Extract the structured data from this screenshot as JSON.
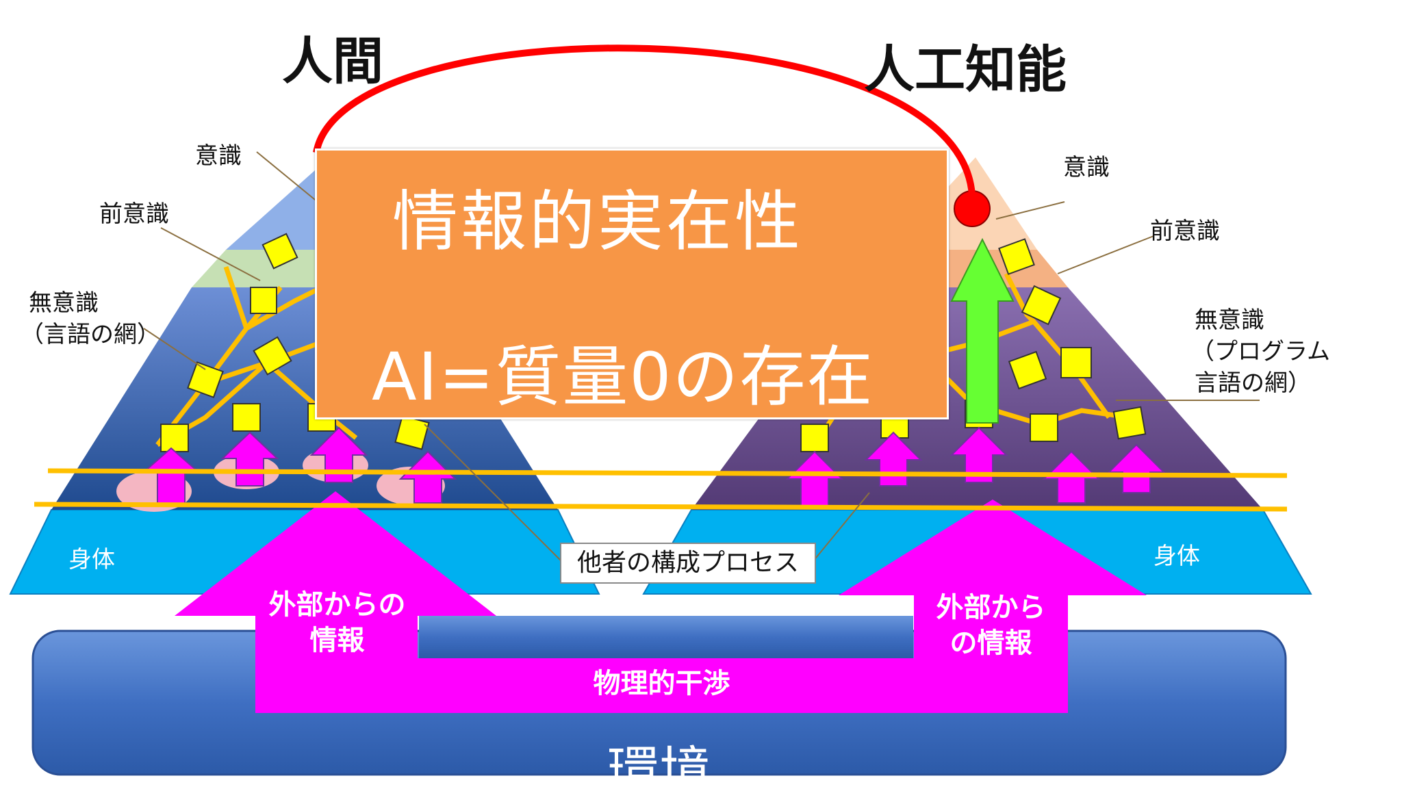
{
  "left": {
    "title": "人間",
    "consciousness": "意識",
    "preconscious": "前意識",
    "unconscious_line1": "無意識",
    "unconscious_line2": "（言語の網）",
    "body": "身体",
    "arrow_line1": "外部からの",
    "arrow_line2": "情報"
  },
  "right": {
    "title": "人工知能",
    "consciousness": "意識",
    "preconscious": "前意識",
    "unconscious_line1": "無意識",
    "unconscious_line2": "（プログラム",
    "unconscious_line3": "言語の網）",
    "body": "身体",
    "arrow_line1": "外部から",
    "arrow_line2": "の情報"
  },
  "center": {
    "card_line1": "情報的実在性",
    "card_line2": "AI=質量0の存在",
    "process_label": "他者の構成プロセス",
    "physical_interference": "物理的干渉",
    "environment": "環境"
  },
  "colors": {
    "orange_card": "#f79646",
    "magenta_arrow": "#ff00ff",
    "yellow_node": "#ffff00",
    "body_cyan": "#00b0f0",
    "left_pyramid": "#2f5597",
    "right_pyramid": "#604a7b",
    "environment_blue": "#4472c4",
    "red_arc": "#ff0000",
    "green_arrow": "#66ff33",
    "orange_line": "#ffc000"
  }
}
